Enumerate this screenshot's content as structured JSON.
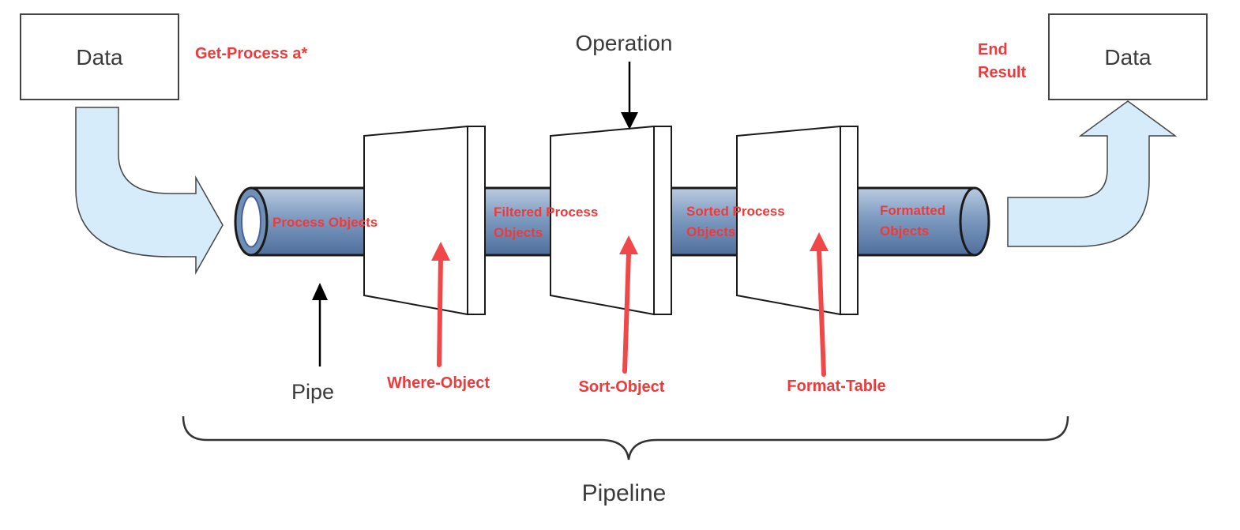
{
  "source_box": {
    "label": "Data"
  },
  "result_box": {
    "label": "Data"
  },
  "command_label": "Get-Process a*",
  "end_result_label": [
    "End",
    "Result"
  ],
  "operation_label": "Operation",
  "pipe_label": "Pipe",
  "pipeline_label": "Pipeline",
  "segments": [
    {
      "lines": [
        "Process Objects"
      ]
    },
    {
      "lines": [
        "Filtered Process",
        "Objects"
      ]
    },
    {
      "lines": [
        "Sorted Process",
        "Objects"
      ]
    },
    {
      "lines": [
        "Formatted",
        "Objects"
      ]
    }
  ],
  "cmdlets": [
    {
      "label": "Where-Object"
    },
    {
      "label": "Sort-Object"
    },
    {
      "label": "Format-Table"
    }
  ],
  "colors": {
    "pipe_fill": "#6f8fb5",
    "arrow_fill": "#d6ecfb",
    "annotation_red": "#ee3a3a",
    "text_gray": "#3a3a3a"
  }
}
